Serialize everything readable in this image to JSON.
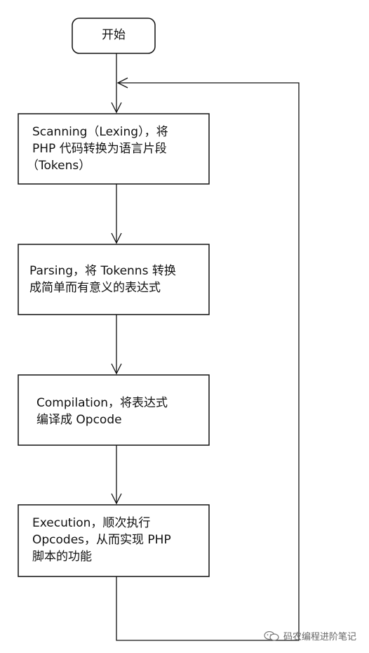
{
  "nodes": [
    {
      "id": "start",
      "lines": [
        "开始"
      ]
    },
    {
      "id": "scanning",
      "lines": [
        "Scanning（Lexing），将",
        "PHP 代码转换为语言片段",
        "（Tokens）"
      ]
    },
    {
      "id": "parsing",
      "lines": [
        "Parsing，将 Tokenns 转换",
        "成简单而有意义的表达式"
      ]
    },
    {
      "id": "compilation",
      "lines": [
        "Compilation，将表达式",
        "编译成 Opcode"
      ]
    },
    {
      "id": "execution",
      "lines": [
        "Execution，顺次执行",
        "Opcodes，从而实现 PHP",
        "脚本的功能"
      ]
    }
  ],
  "watermark": {
    "text": "码农编程进阶笔记",
    "icon": "wechat-icon"
  }
}
